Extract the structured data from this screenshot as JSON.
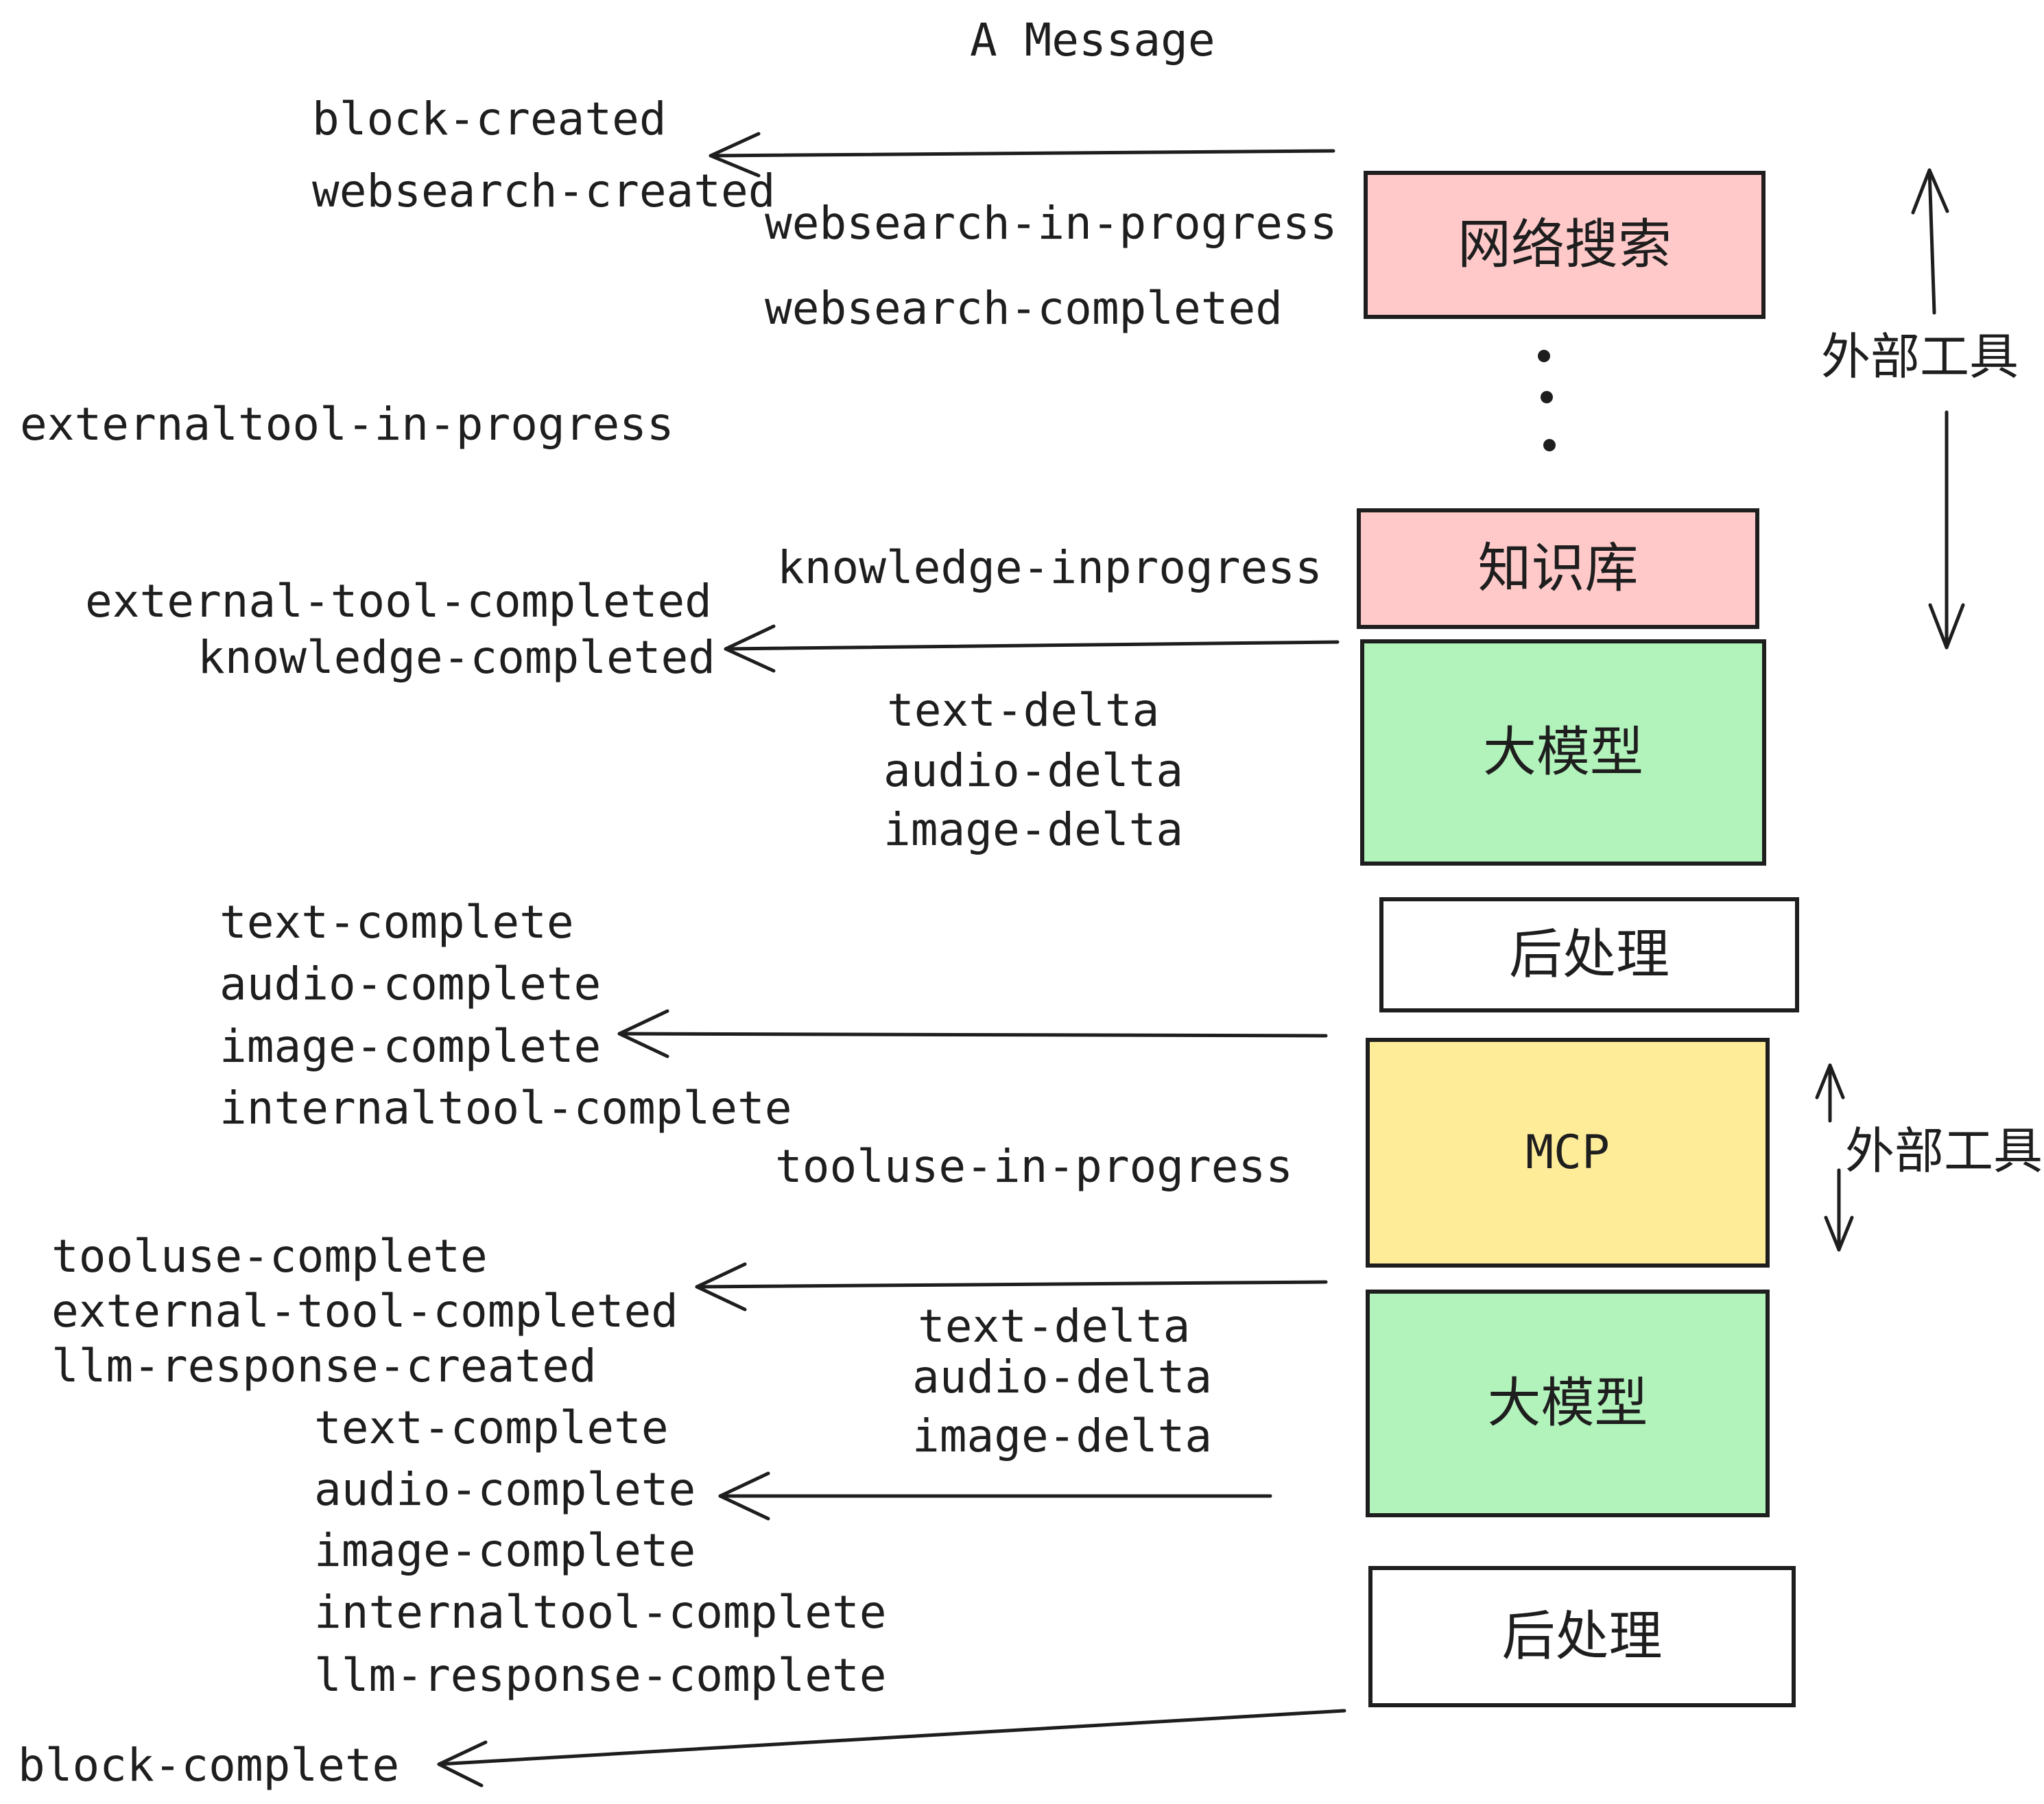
{
  "title": "A Message",
  "events": {
    "block_created": "block-created",
    "websearch_created": "websearch-created",
    "websearch_in_progress": "websearch-in-progress",
    "websearch_completed": "websearch-completed",
    "externaltool_in_progress": "externaltool-in-progress",
    "knowledge_inprogress": "knowledge-inprogress",
    "external_tool_completed_a": "external-tool-completed",
    "knowledge_completed": "knowledge-completed",
    "delta_a_text": "text-delta",
    "delta_a_audio": "audio-delta",
    "delta_a_image": "image-delta",
    "complete_a_text": "text-complete",
    "complete_a_audio": "audio-complete",
    "complete_a_image": "image-complete",
    "complete_a_internaltool": "internaltool-complete",
    "tooluse_in_progress": "tooluse-in-progress",
    "tooluse_complete": "tooluse-complete",
    "external_tool_completed_b": "external-tool-completed",
    "llm_response_created": "llm-response-created",
    "delta_b_text": "text-delta",
    "delta_b_audio": "audio-delta",
    "delta_b_image": "image-delta",
    "complete_b_text": "text-complete",
    "complete_b_audio": "audio-complete",
    "complete_b_image": "image-complete",
    "complete_b_internaltool": "internaltool-complete",
    "complete_b_llm_response": "llm-response-complete",
    "block_complete": "block-complete"
  },
  "boxes": {
    "websearch": {
      "label": "网络搜索",
      "fill": "#ffc9c9"
    },
    "knowledge": {
      "label": "知识库",
      "fill": "#ffc9c9"
    },
    "llm_a": {
      "label": "大模型",
      "fill": "#b2f2bb"
    },
    "postprocess_a": {
      "label": "后处理",
      "fill": "#ffffff"
    },
    "mcp": {
      "label": "MCP",
      "fill": "#ffec99"
    },
    "llm_b": {
      "label": "大模型",
      "fill": "#b2f2bb"
    },
    "postprocess_b": {
      "label": "后处理",
      "fill": "#ffffff"
    }
  },
  "side_labels": {
    "external_tools_top": "外部工具",
    "external_tools_mid": "外部工具"
  },
  "colors": {
    "ink": "#1e1e1e",
    "pink": "#ffc9c9",
    "green": "#b2f2bb",
    "yellow": "#ffec99",
    "white": "#ffffff"
  }
}
